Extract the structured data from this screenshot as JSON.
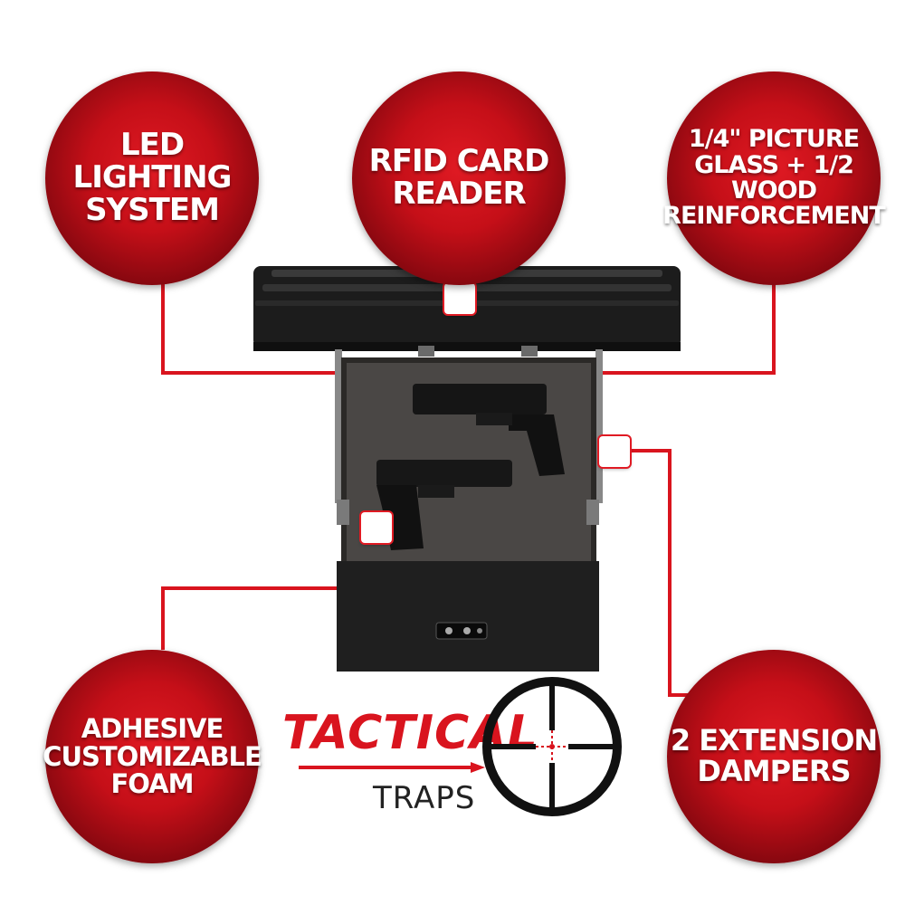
{
  "callouts": {
    "led": "LED LIGHTING\nSYSTEM",
    "rfid": "RFID CARD\nREADER",
    "glass": "1/4\" PICTURE\nGLASS + 1/2\nWOOD\nREINFORCEMENT",
    "foam": "ADHESIVE\nCUSTOMIZABLE\nFOAM",
    "dampers": "2 EXTENSION\nDAMPERS"
  },
  "logo": {
    "brand_primary": "TACTICAL",
    "brand_secondary": "TRAPS",
    "icon": "scope-crosshair-icon"
  },
  "product": {
    "items": [
      "pistol-icon",
      "pistol-icon"
    ]
  },
  "colors": {
    "accent_red": "#d9141e",
    "safe_black": "#1c1c1c",
    "foam_gray": "#4a4745"
  }
}
